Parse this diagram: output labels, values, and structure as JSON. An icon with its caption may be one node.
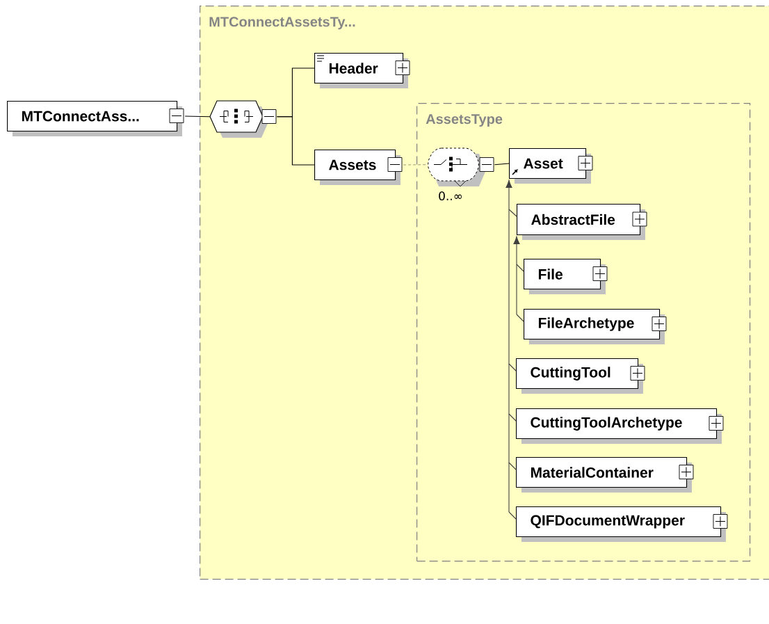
{
  "diagram": {
    "nodes": [
      {
        "text": [
          "MTConnectAss..."
        ]
      },
      {
        "text": [
          "MTConnectAssetsTy..."
        ]
      },
      {
        "text": [],
        "shape": "octagon",
        "in": 1
      },
      {
        "text": [
          "Header"
        ],
        "in": 1
      },
      {
        "text": [
          "Assets"
        ],
        "in": 1
      },
      {
        "text": [
          "AssetsType"
        ],
        "in": 1
      },
      {
        "text": [],
        "shape": "octagon",
        "beside": [
          "0..∞"
        ],
        "in": 5
      },
      {
        "text": [
          "Asset"
        ],
        "in": 5
      },
      {
        "text": [
          "AbstractFile"
        ],
        "in": 5
      },
      {
        "text": [
          "File"
        ],
        "in": 5
      },
      {
        "text": [
          "FileArchetype"
        ],
        "in": 5
      },
      {
        "text": [
          "CuttingTool"
        ],
        "in": 5
      },
      {
        "text": [
          "CuttingToolArchetype"
        ],
        "in": 5
      },
      {
        "text": [
          "MaterialContainer"
        ],
        "in": 5
      },
      {
        "text": [
          "QIFDocumentWrapper"
        ],
        "in": 5
      }
    ],
    "edges": [
      {
        "from": 0,
        "to": 2,
        "arrow": "none"
      },
      {
        "from": 2,
        "to": 3,
        "arrow": "none"
      },
      {
        "from": 2,
        "to": 4,
        "arrow": "none"
      },
      {
        "from": 4,
        "to": 6,
        "arrow": "none",
        "style": "dashed"
      },
      {
        "from": 6,
        "to": 7,
        "arrow": "none"
      },
      {
        "from": 8,
        "to": 7,
        "arrow": "to"
      },
      {
        "from": 9,
        "to": 8,
        "arrow": "to"
      },
      {
        "from": 10,
        "to": 8,
        "arrow": "to"
      },
      {
        "from": 11,
        "to": 7,
        "arrow": "to"
      },
      {
        "from": 12,
        "to": 7,
        "arrow": "to"
      },
      {
        "from": 13,
        "to": 7,
        "arrow": "to"
      },
      {
        "from": 14,
        "to": 7,
        "arrow": "to"
      }
    ]
  }
}
